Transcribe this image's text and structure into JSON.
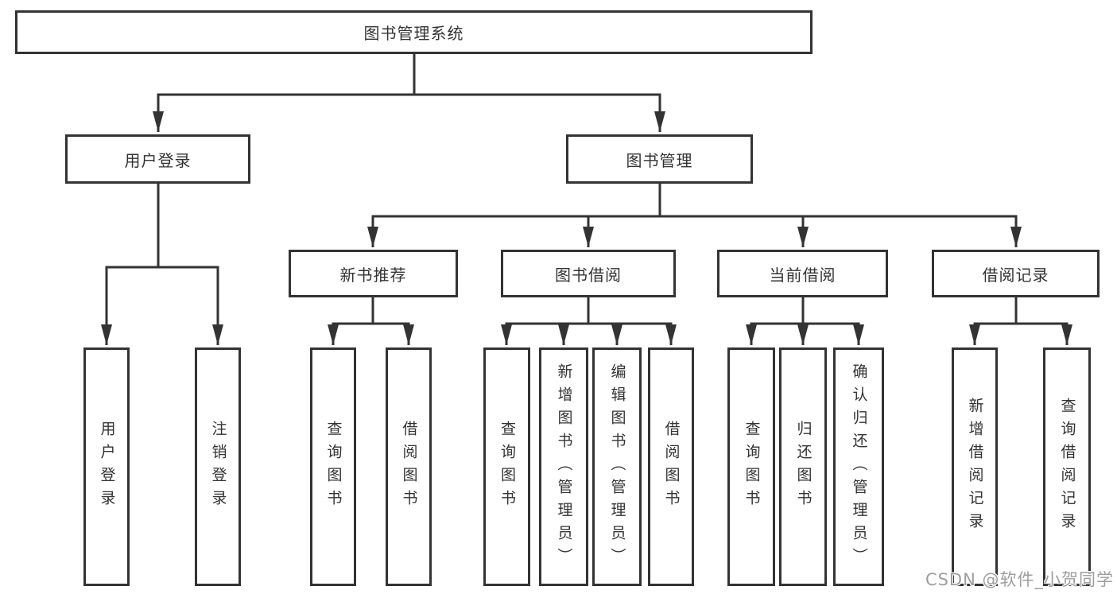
{
  "diagram": {
    "root": {
      "label": "图书管理系统"
    },
    "branches": [
      {
        "label": "用户登录",
        "leaves": [
          "用户登录",
          "注销登录"
        ]
      },
      {
        "label": "图书管理",
        "children": [
          {
            "label": "新书推荐",
            "leaves": [
              "查询图书",
              "借阅图书"
            ]
          },
          {
            "label": "图书借阅",
            "leaves": [
              "查询图书",
              "新增图书（管理员）",
              "编辑图书（管理员）",
              "借阅图书"
            ]
          },
          {
            "label": "当前借阅",
            "leaves": [
              "查询图书",
              "归还图书",
              "确认归还（管理员）"
            ]
          },
          {
            "label": "借阅记录",
            "leaves": [
              "新增借阅记录",
              "查询借阅记录"
            ]
          }
        ]
      }
    ]
  },
  "watermark": "CSDN @软件_小贺同学",
  "colors": {
    "line": "#333333",
    "box_fill": "#ffffff",
    "text": "#333333",
    "watermark": "#9e9e9e",
    "background": "#ffffff"
  }
}
